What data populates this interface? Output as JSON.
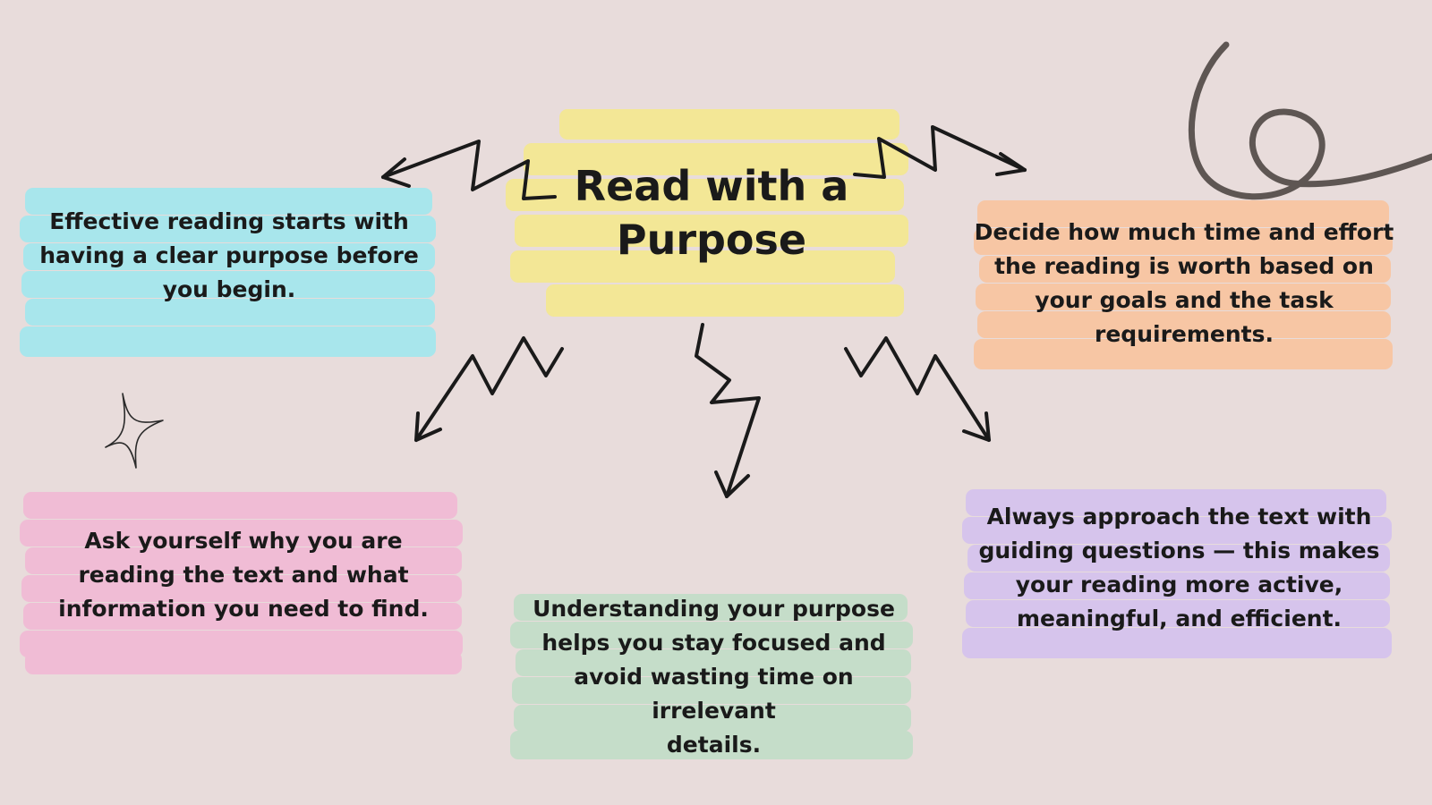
{
  "title": "Read with a\nPurpose",
  "colors": {
    "background": "#e8dcdb",
    "center": "#f3e790",
    "cyan": "#a8e6ec",
    "orange": "#f7c6a4",
    "pink": "#f0bcd5",
    "green": "#c5ddc9",
    "purple": "#d6c4ec",
    "ink": "#1a1a1a",
    "swirl": "#5e5653"
  },
  "nodes": [
    {
      "id": "top-left",
      "color": "cyan",
      "text": "Effective reading starts with\nhaving a clear purpose before\nyou begin."
    },
    {
      "id": "top-right",
      "color": "orange",
      "text": "Decide how much time and effort\nthe reading is worth based on\nyour goals and the task\nrequirements."
    },
    {
      "id": "bottom-left",
      "color": "pink",
      "text": "Ask yourself why you are\nreading the text and what\ninformation you need to find."
    },
    {
      "id": "bottom-center",
      "color": "green",
      "text": "Understanding your purpose\nhelps you stay focused and\navoid wasting time on irrelevant\ndetails."
    },
    {
      "id": "bottom-right",
      "color": "purple",
      "text": "Always approach the text with\nguiding questions — this makes\nyour reading more active,\nmeaningful, and efficient."
    }
  ],
  "decorations": [
    "zigzag-arrow-icon",
    "sparkle-icon",
    "swirl-icon"
  ]
}
